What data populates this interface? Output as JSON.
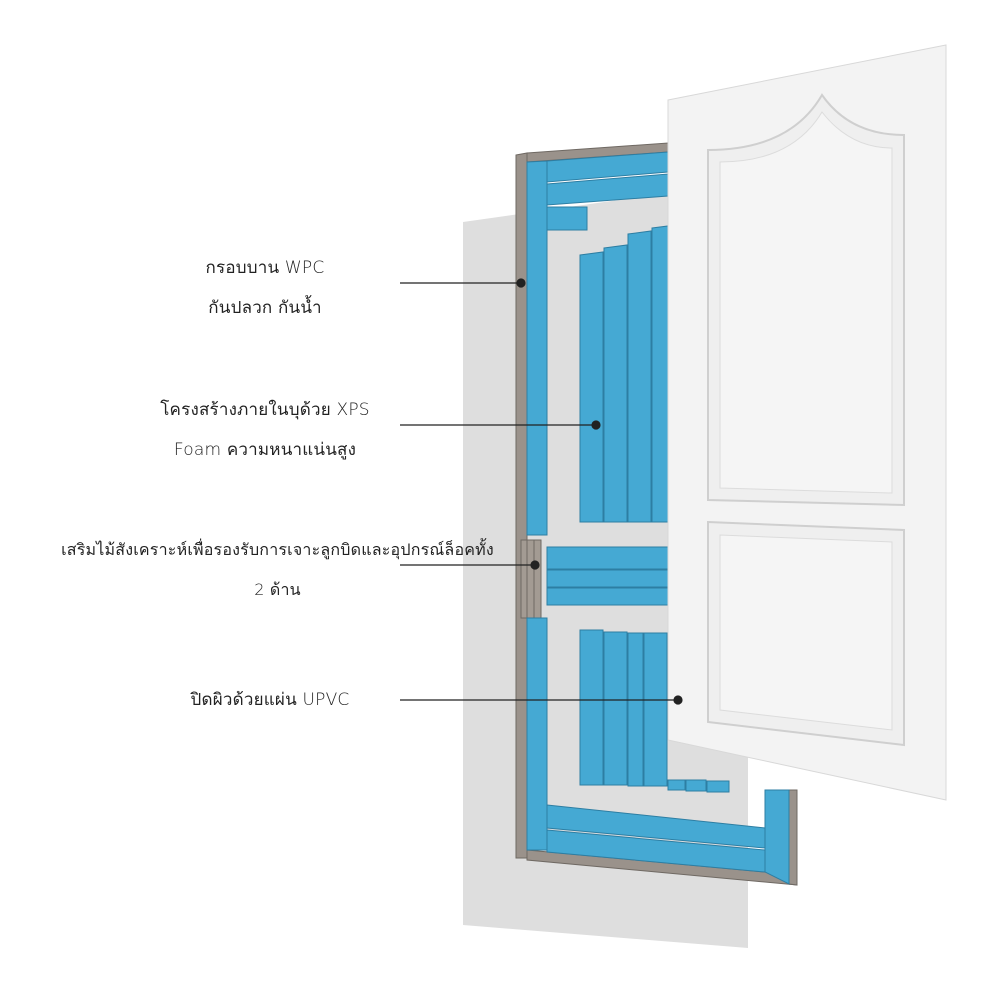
{
  "callouts": [
    {
      "line1": "กรอบบาน WPC",
      "line2": "กันปลวก กันน้ำ"
    },
    {
      "line1": "โครงสร้างภายในบุด้วย XPS",
      "line2": "Foam ความหนาแน่นสูง"
    },
    {
      "line1": "เสริมไม้สังเคราะห์เพื่อรองรับการเจาะลูกบิดและอุปกรณ์ล็อคทั้ง",
      "line2": "2 ด้าน"
    },
    {
      "line1": "ปิดผิวด้วยแผ่น UPVC",
      "line2": ""
    }
  ],
  "colors": {
    "foam": "#45a9d3",
    "frame": "#9a928b",
    "panel": "#f1f1f1",
    "back_panel": "#dedede"
  }
}
